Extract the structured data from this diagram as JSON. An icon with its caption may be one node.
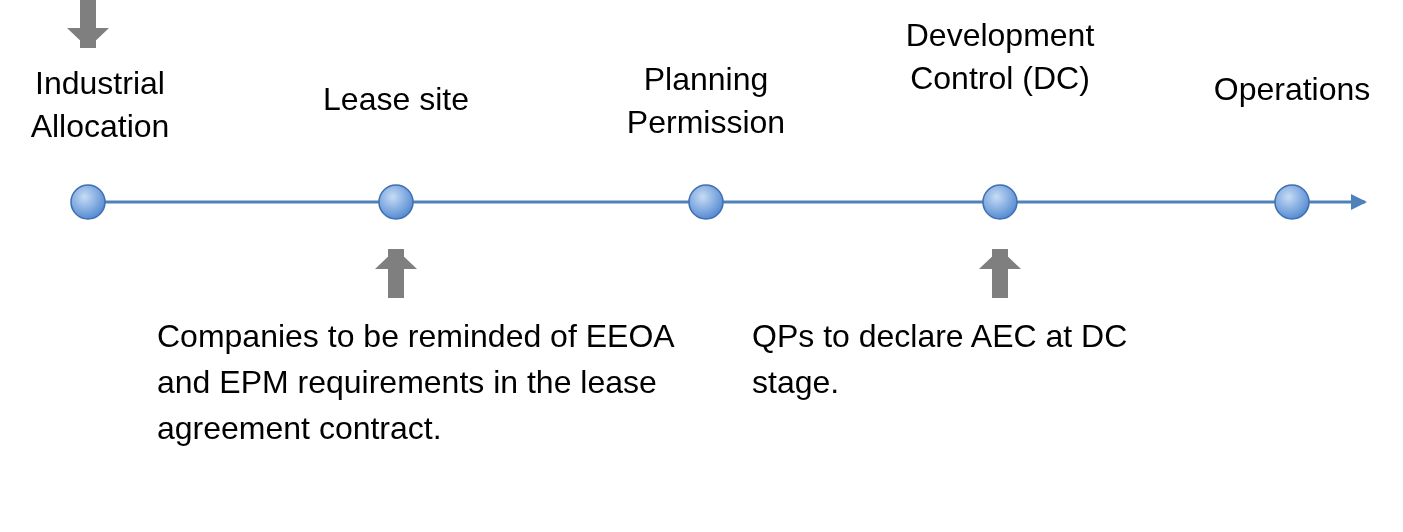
{
  "diagram": {
    "nodes": [
      {
        "text": [
          "Industrial Allocation"
        ]
      },
      {
        "text": [
          "Lease site"
        ]
      },
      {
        "text": [
          "Planning Permission"
        ]
      },
      {
        "text": [
          "Development Control (DC)"
        ]
      },
      {
        "text": [
          "Operations"
        ]
      },
      {
        "text": [
          "Companies to be reminded of EEOA and EPM requirements in the lease agreement contract."
        ]
      },
      {
        "text": [
          "QPs to declare AEC at DC stage."
        ]
      }
    ],
    "edges": [
      {
        "from": 0,
        "to": 1,
        "arrow": "none"
      },
      {
        "from": 1,
        "to": 2,
        "arrow": "none"
      },
      {
        "from": 2,
        "to": 3,
        "arrow": "none"
      },
      {
        "from": 3,
        "to": 4,
        "arrow": "none"
      },
      {
        "from": 4,
        "to": null,
        "arrow": "to"
      },
      {
        "from": null,
        "to": 0,
        "arrow": "to",
        "style": "thick",
        "color": "#7f7f7f"
      },
      {
        "from": 5,
        "to": 1,
        "arrow": "to",
        "style": "thick",
        "color": "#7f7f7f"
      },
      {
        "from": 6,
        "to": 3,
        "arrow": "to",
        "style": "thick",
        "color": "#7f7f7f"
      }
    ]
  }
}
